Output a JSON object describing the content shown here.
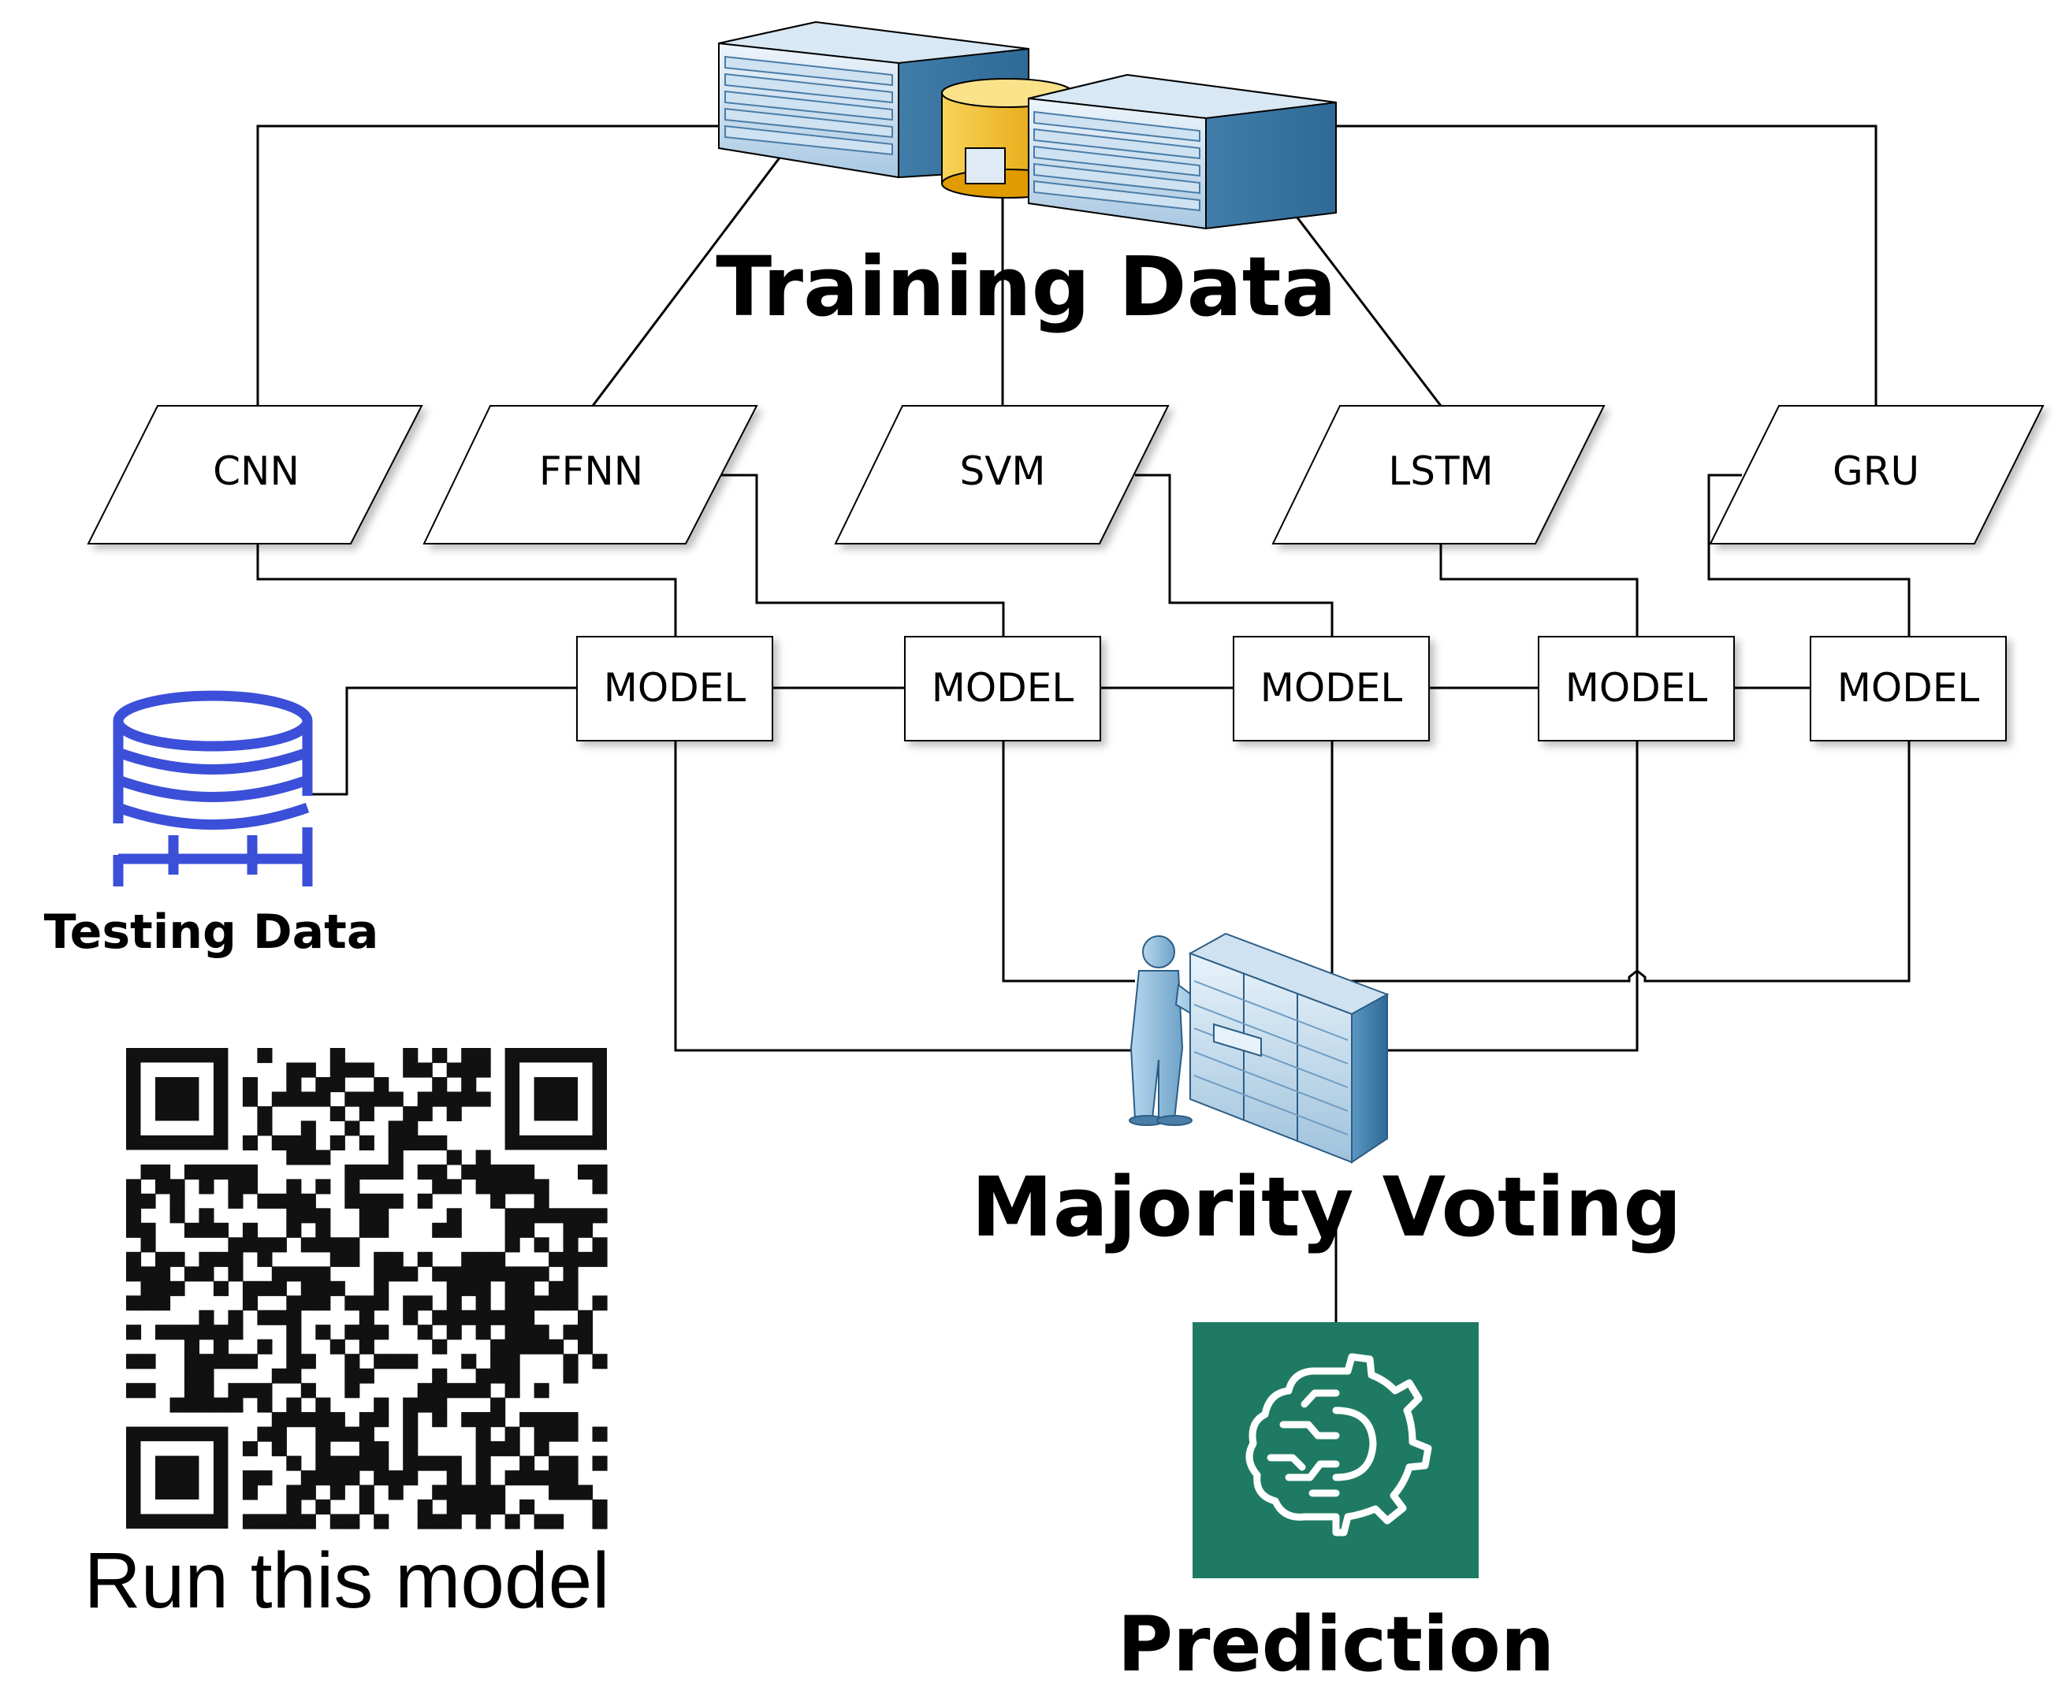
{
  "training": {
    "label": "Training Data"
  },
  "testing": {
    "label": "Testing Data"
  },
  "algorithms": [
    {
      "id": "cnn",
      "label": "CNN"
    },
    {
      "id": "ffnn",
      "label": "FFNN"
    },
    {
      "id": "svm",
      "label": "SVM"
    },
    {
      "id": "lstm",
      "label": "LSTM"
    },
    {
      "id": "gru",
      "label": "GRU"
    }
  ],
  "models": [
    {
      "label": "MODEL"
    },
    {
      "label": "MODEL"
    },
    {
      "label": "MODEL"
    },
    {
      "label": "MODEL"
    },
    {
      "label": "MODEL"
    }
  ],
  "voting": {
    "label": "Majority Voting"
  },
  "prediction": {
    "label": "Prediction"
  },
  "qr": {
    "caption": "Run this model"
  },
  "colors": {
    "server_blue": "#3d7aa8",
    "server_light": "#d6e7f5",
    "db_gold": "#f3b514",
    "testing_db": "#3b4fd8",
    "prediction_bg": "#1f7a63",
    "line": "#000000"
  }
}
